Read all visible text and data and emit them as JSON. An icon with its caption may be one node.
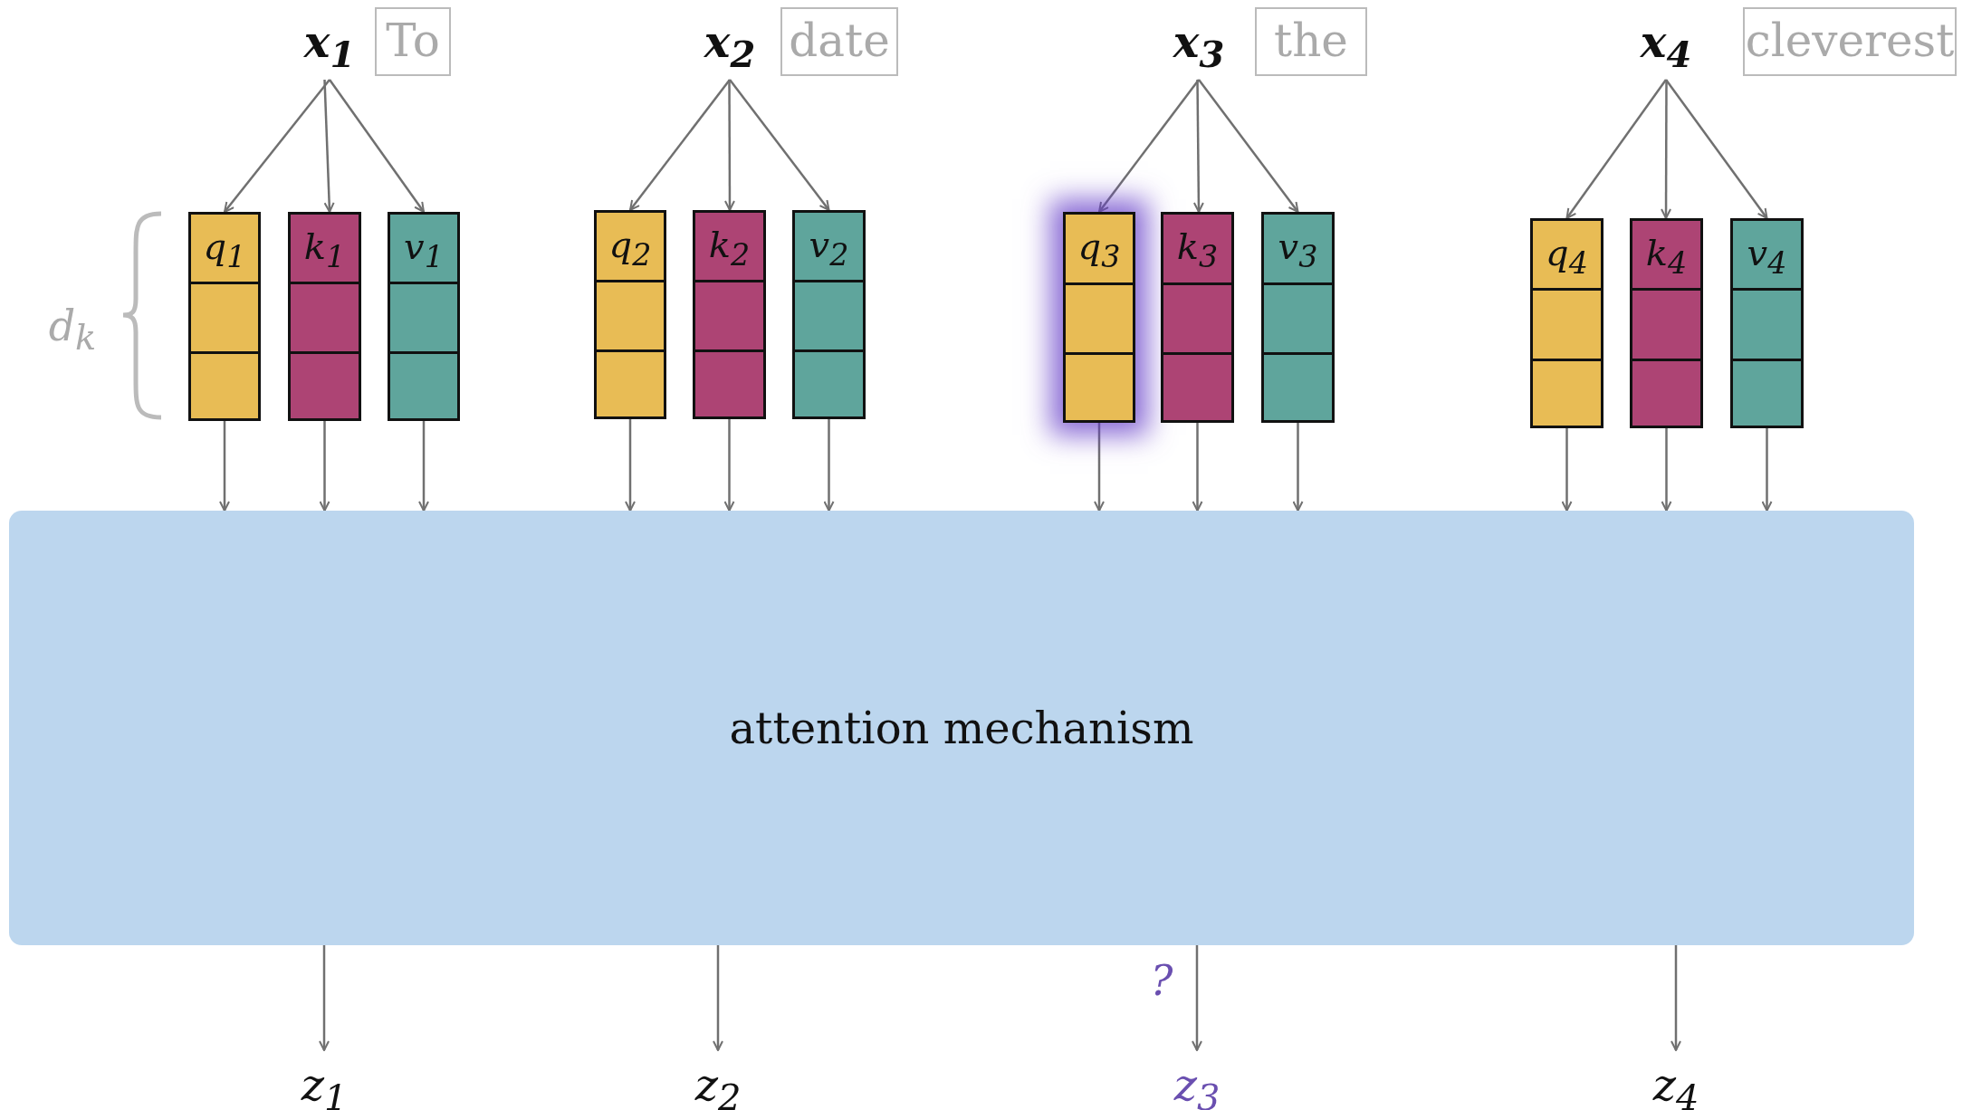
{
  "diagram": {
    "nodes": [
      {
        "text": [
          "x$_{1}$"
        ]
      },
      {
        "text": [
          "To"
        ]
      },
      {
        "text": [
          "x$_{2}$"
        ]
      },
      {
        "text": [
          "date"
        ]
      },
      {
        "text": [
          "x$_{3}$"
        ]
      },
      {
        "text": [
          "the"
        ]
      },
      {
        "text": [
          "x$_{4}$"
        ]
      },
      {
        "text": [
          "cleverest"
        ]
      },
      {
        "text": [
          "q$_{1}$"
        ]
      },
      {
        "text": [
          "k$_{1}$"
        ]
      },
      {
        "text": [
          "v$_{1}$"
        ]
      },
      {
        "text": [
          "q$_{2}$"
        ]
      },
      {
        "text": [
          "k$_{2}$"
        ]
      },
      {
        "text": [
          "v$_{2}$"
        ]
      },
      {
        "text": [
          "q$_{3}$"
        ]
      },
      {
        "text": [
          "k$_{3}$"
        ]
      },
      {
        "text": [
          "v$_{3}$"
        ]
      },
      {
        "text": [
          "q$_{4}$"
        ]
      },
      {
        "text": [
          "k$_{4}$"
        ]
      },
      {
        "text": [
          "v$_{4}$"
        ]
      },
      {
        "text": [
          "attention mechanism"
        ]
      },
      {
        "text": [
          "z$_{1}$"
        ]
      },
      {
        "text": [
          "z$_{2}$"
        ]
      },
      {
        "text": [
          "z$_{3}$"
        ]
      },
      {
        "text": [
          "z$_{4}$"
        ]
      }
    ],
    "edges": [
      {
        "from": 0,
        "to": 8,
        "arrow": "to"
      },
      {
        "from": 0,
        "to": 9,
        "arrow": "to"
      },
      {
        "from": 0,
        "to": 10,
        "arrow": "to"
      },
      {
        "from": 2,
        "to": 11,
        "arrow": "to"
      },
      {
        "from": 2,
        "to": 12,
        "arrow": "to"
      },
      {
        "from": 2,
        "to": 13,
        "arrow": "to"
      },
      {
        "from": 4,
        "to": 14,
        "arrow": "to"
      },
      {
        "from": 4,
        "to": 15,
        "arrow": "to"
      },
      {
        "from": 4,
        "to": 16,
        "arrow": "to"
      },
      {
        "from": 6,
        "to": 17,
        "arrow": "to"
      },
      {
        "from": 6,
        "to": 18,
        "arrow": "to"
      },
      {
        "from": 6,
        "to": 19,
        "arrow": "to"
      },
      {
        "from": 8,
        "to": 20,
        "arrow": "to"
      },
      {
        "from": 9,
        "to": 20,
        "arrow": "to"
      },
      {
        "from": 10,
        "to": 20,
        "arrow": "to"
      },
      {
        "from": 11,
        "to": 20,
        "arrow": "to"
      },
      {
        "from": 12,
        "to": 20,
        "arrow": "to"
      },
      {
        "from": 13,
        "to": 20,
        "arrow": "to"
      },
      {
        "from": 14,
        "to": 20,
        "arrow": "to"
      },
      {
        "from": 15,
        "to": 20,
        "arrow": "to"
      },
      {
        "from": 16,
        "to": 20,
        "arrow": "to"
      },
      {
        "from": 17,
        "to": 20,
        "arrow": "to"
      },
      {
        "from": 18,
        "to": 20,
        "arrow": "to"
      },
      {
        "from": 19,
        "to": 20,
        "arrow": "to"
      },
      {
        "from": 20,
        "to": 21,
        "arrow": "to"
      },
      {
        "from": 20,
        "to": 22,
        "arrow": "to"
      },
      {
        "from": 20,
        "to": 23,
        "arrow": "to"
      },
      {
        "from": 20,
        "to": 24,
        "arrow": "to"
      }
    ],
    "labels": [
      "d$_{k}$",
      "?"
    ]
  }
}
